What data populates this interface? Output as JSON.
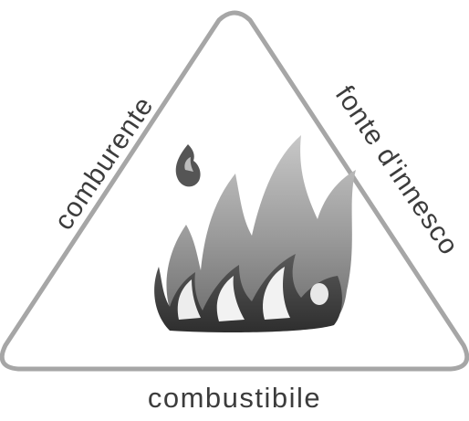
{
  "labels": {
    "left_side": "comburente",
    "right_side": "fonte d'innesco",
    "bottom_side": "combustibile"
  },
  "icon": "fire-icon",
  "colors": {
    "triangle_outline": "#a6a6a6",
    "flame_dark": "#3a3a3a",
    "flame_mid": "#8a8a8a",
    "flame_light": "#c4c4c4",
    "text": "#3c3c3c"
  }
}
